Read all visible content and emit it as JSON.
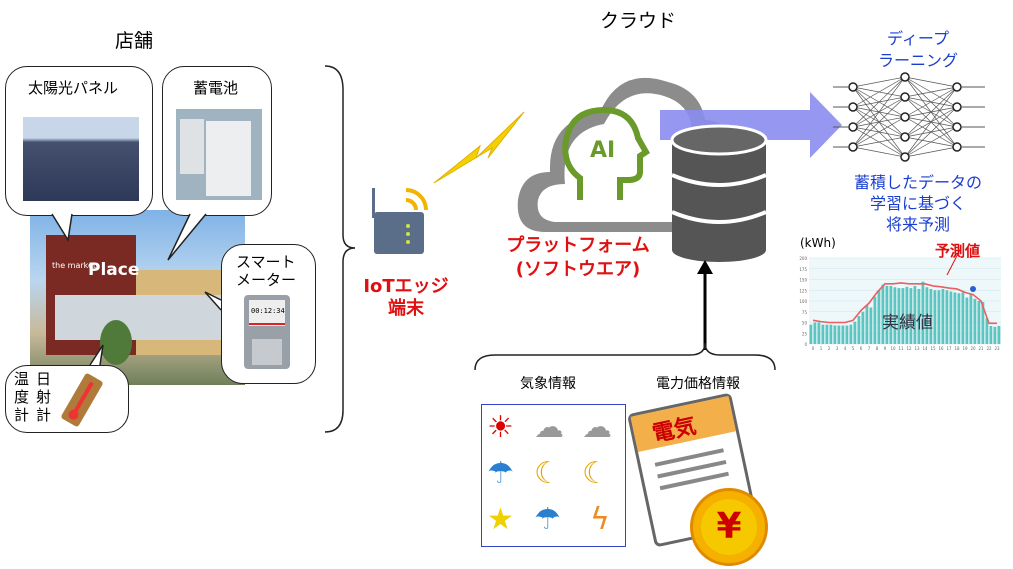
{
  "store": {
    "title": "店舗",
    "solar": "太陽光パネル",
    "battery": "蓄電池",
    "meter_line1": "スマート",
    "meter_line2": "メーター",
    "thermo_col1": "温度計",
    "thermo_col2": "日射計",
    "sign_line1": "the market",
    "sign_line2": "Place",
    "meter_display": "00:12:34"
  },
  "iot": {
    "line1": "IoTエッジ",
    "line2": "端末"
  },
  "cloud": {
    "title": "クラウド",
    "ai": "AI",
    "platform_line1": "プラットフォーム",
    "platform_line2": "(ソフトウエア)"
  },
  "inputs": {
    "weather": "気象情報",
    "price": "電力価格情報",
    "bill_title": "電気",
    "yen": "¥"
  },
  "deep": {
    "line1": "ディープ",
    "line2": "ラーニング",
    "desc1": "蓄積したデータの",
    "desc2": "学習に基づく",
    "desc3": "将来予測"
  },
  "colors": {
    "red": "#e01010",
    "blue": "#1a3fd0",
    "arrow": "#8a8cf0",
    "bar": "#5cc5c0",
    "forecast": "#e86060"
  },
  "chart_data": {
    "type": "bar",
    "unit_label": "(kWh)",
    "forecast_label": "予測値",
    "actual_label": "実績値",
    "ylim": [
      0,
      200
    ],
    "yticks": [
      0,
      25,
      50,
      75,
      100,
      125,
      150,
      175,
      200
    ],
    "xticks": [
      "0",
      "1",
      "2",
      "3",
      "4",
      "5",
      "6",
      "7",
      "8",
      "9",
      "10",
      "11",
      "12",
      "13",
      "14",
      "15",
      "16",
      "17",
      "18",
      "19",
      "20",
      "21",
      "22",
      "23"
    ],
    "actual_half_hourly": [
      45,
      50,
      50,
      45,
      45,
      45,
      43,
      43,
      43,
      43,
      45,
      52,
      65,
      75,
      90,
      85,
      110,
      125,
      138,
      135,
      135,
      132,
      130,
      130,
      133,
      130,
      135,
      128,
      145,
      132,
      128,
      125,
      125,
      128,
      125,
      122,
      120,
      118,
      120,
      108,
      115,
      105,
      100,
      98,
      60,
      42,
      40,
      42
    ],
    "forecast_hourly": [
      55,
      52,
      50,
      50,
      50,
      55,
      78,
      95,
      120,
      140,
      140,
      142,
      140,
      140,
      140,
      135,
      133,
      130,
      128,
      120,
      115,
      100,
      48,
      48
    ]
  }
}
